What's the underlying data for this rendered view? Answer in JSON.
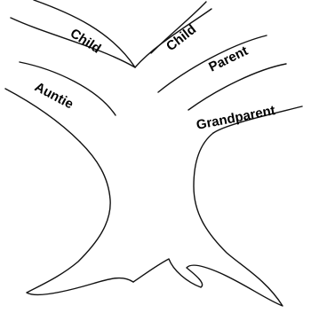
{
  "tree": {
    "branches": [
      {
        "id": "child-left",
        "label": "Child"
      },
      {
        "id": "child-right",
        "label": "Child"
      },
      {
        "id": "parent",
        "label": "Parent"
      },
      {
        "id": "auntie",
        "label": "Auntie"
      },
      {
        "id": "grandparent",
        "label": "Grandparent"
      }
    ],
    "colors": {
      "outline": "#111111",
      "label": "#000000",
      "background": "#ffffff"
    }
  }
}
